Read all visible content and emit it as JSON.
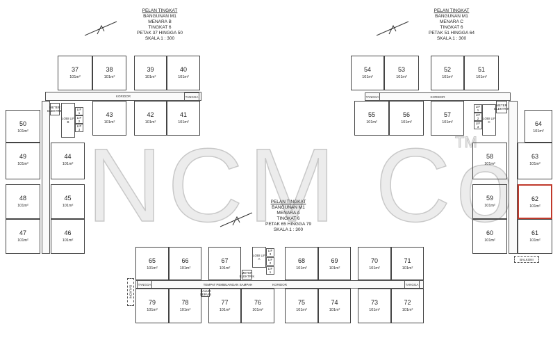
{
  "watermark": {
    "text": "NCM Co",
    "tm": "TM"
  },
  "titles": [
    {
      "heading": "PELAN TINGKAT",
      "building": "BANGUNAN M1",
      "tower": "MENARA B",
      "floor": "TINGKAT 6",
      "lots": "PETAK 37 HINGGA 50",
      "scale": "SKALA 1 : 300"
    },
    {
      "heading": "PELAN TINGKAT",
      "building": "BANGUNAN M1",
      "tower": "MENARA C",
      "floor": "TINGKAT 6",
      "lots": "PETAK 51 HINGGA 64",
      "scale": "SKALA 1 : 300"
    },
    {
      "heading": "PELAN TINGKAT",
      "building": "BANGUNAN M1",
      "tower": "MENARA A",
      "floor": "TINGKAT 6",
      "lots": "PETAK 65 HINGGA 79",
      "scale": "SKALA 1 : 300"
    }
  ],
  "labels": {
    "corridor": "KORIDOR",
    "stair": "TANGGA",
    "balcony": "BALKONI",
    "lift1": "LIF 1",
    "lift2": "LIF 2",
    "lift3": "LIF 3",
    "lobby_a": "LOBI LIF A",
    "lobby_b": "LOBI LIF B",
    "lobby_c": "LOBI LIF C",
    "refuse": "TEMPAT PEMBUANGAN SAMPAH",
    "meter": "METER ELEKTRIK",
    "service": "SALUR SERVIS"
  },
  "highlight_color": "#c0392b",
  "units": [
    {
      "no": "37",
      "area": "101m²"
    },
    {
      "no": "38",
      "area": "101m²"
    },
    {
      "no": "39",
      "area": "101m²"
    },
    {
      "no": "40",
      "area": "101m²"
    },
    {
      "no": "43",
      "area": "101m²"
    },
    {
      "no": "42",
      "area": "101m²"
    },
    {
      "no": "41",
      "area": "101m²"
    },
    {
      "no": "50",
      "area": "101m²"
    },
    {
      "no": "49",
      "area": "101m²"
    },
    {
      "no": "48",
      "area": "101m²"
    },
    {
      "no": "47",
      "area": "101m²"
    },
    {
      "no": "44",
      "area": "101m²"
    },
    {
      "no": "45",
      "area": "101m²"
    },
    {
      "no": "46",
      "area": "101m²"
    },
    {
      "no": "54",
      "area": "101m²"
    },
    {
      "no": "53",
      "area": "101m²"
    },
    {
      "no": "52",
      "area": "101m²"
    },
    {
      "no": "51",
      "area": "101m²"
    },
    {
      "no": "55",
      "area": "101m²"
    },
    {
      "no": "56",
      "area": "101m²"
    },
    {
      "no": "57",
      "area": "101m²"
    },
    {
      "no": "64",
      "area": "101m²"
    },
    {
      "no": "63",
      "area": "101m²"
    },
    {
      "no": "62",
      "area": "101m²",
      "highlighted": true
    },
    {
      "no": "61",
      "area": "101m²"
    },
    {
      "no": "58",
      "area": "101m²"
    },
    {
      "no": "59",
      "area": "101m²"
    },
    {
      "no": "60",
      "area": "101m²"
    },
    {
      "no": "65",
      "area": "101m²"
    },
    {
      "no": "66",
      "area": "101m²"
    },
    {
      "no": "67",
      "area": "101m²"
    },
    {
      "no": "68",
      "area": "101m²"
    },
    {
      "no": "69",
      "area": "101m²"
    },
    {
      "no": "70",
      "area": "101m²"
    },
    {
      "no": "71",
      "area": "101m²"
    },
    {
      "no": "79",
      "area": "101m²"
    },
    {
      "no": "78",
      "area": "101m²"
    },
    {
      "no": "77",
      "area": "101m²"
    },
    {
      "no": "76",
      "area": "101m²"
    },
    {
      "no": "75",
      "area": "101m²"
    },
    {
      "no": "74",
      "area": "101m²"
    },
    {
      "no": "73",
      "area": "101m²"
    },
    {
      "no": "72",
      "area": "101m²"
    }
  ]
}
